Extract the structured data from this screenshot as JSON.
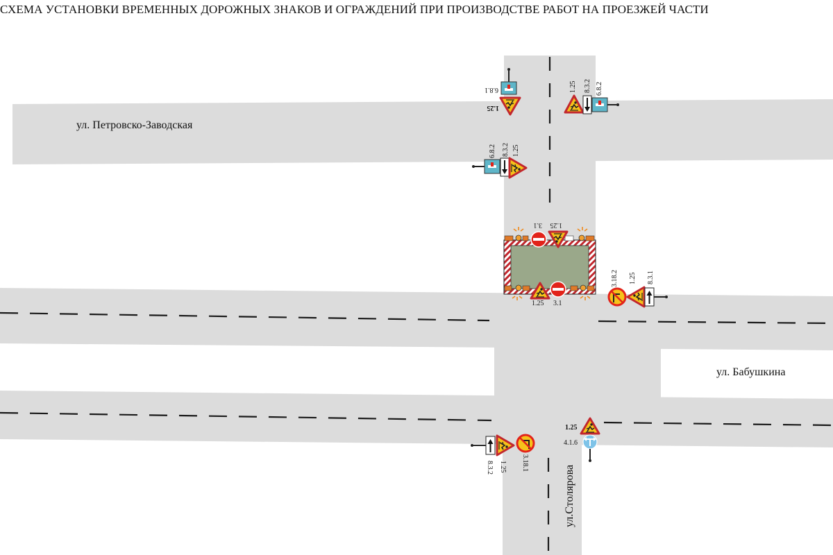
{
  "title": "СХЕМА УСТАНОВКИ ВРЕМЕННЫХ ДОРОЖНЫХ ЗНАКОВ И ОГРАЖДЕНИЙ ПРИ ПРОИЗВОДСТВЕ РАБОТ НА ПРОЕЗЖЕЙ ЧАСТИ",
  "streets": {
    "petrovsko": "ул. Петровско-Заводская",
    "babushkina": "ул. Бабушкина",
    "stolyarova": "ул.Столярова"
  },
  "sign_codes": {
    "s681": "6.8.1",
    "s125": "1.25",
    "s832": "8.3.2",
    "s682": "6.8.2",
    "s31": "3.1",
    "s3182": "3.18.2",
    "s831": "8.3.1",
    "s3181": "3.18.1",
    "s416": "4.1.6"
  },
  "colors": {
    "road": "#dcdcdc",
    "warning_yellow": "#f6c21a",
    "prohibit_red": "#e2231a",
    "info_blue": "#5fb6c9",
    "mandatory_blue": "#7ec3e8",
    "work_zone": "#9aa88a"
  }
}
